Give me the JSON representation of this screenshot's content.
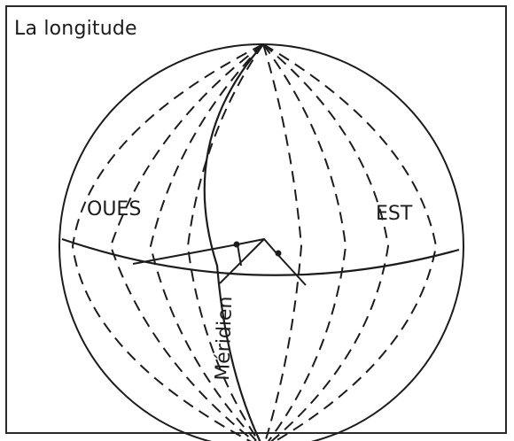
{
  "diagram": {
    "title": "La longitude",
    "labels": {
      "west": "OUES",
      "east": "EST",
      "meridian": "Méridien"
    }
  },
  "colors": {
    "ink": "#1c1c1c",
    "paper": "#ffffff"
  }
}
